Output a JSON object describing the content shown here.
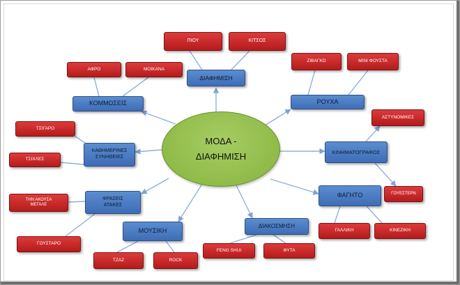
{
  "diagram": {
    "center": {
      "line1": "ΜΟΔΑ -",
      "line2": "ΔΙΑΦΗΜΙΣΗ"
    },
    "categories": {
      "diafimisi": "ΔΙΑΦΗΜΙΣΗ",
      "kommoseis": "ΚΟΜΜΩΣΕΙΣ",
      "rouxa": "ΡΟΥΧΑ",
      "kathimerines_line1": "ΚΑΘΗΜΕΡΙΝΕΣ",
      "kathimerines_line2": "ΣΥΝΗΘΕΙΕΣ",
      "kinimatografos": "ΚΙΝΗΜΑΤΟΓΡΑΦΟΣ",
      "fraseis_line1": "ΦΡΑΣΕΙΣ",
      "fraseis_line2": "ΑΤΑΚΕΣ",
      "fagito": "ΦΑΓΗΤΟ",
      "mousiki": "ΜΟΥΣΙΚΗ",
      "diakosmisi": "ΔΙΑΚΟΣΜΗΣΗ"
    },
    "items": {
      "piou": "ΠΙΟΥ",
      "kitsos": "ΚΙΤΣΟΣ",
      "afro": "ΑΦΡΟ",
      "moikana": "ΜΟΙΚΑΝΑ",
      "zivagko": "ΖΙΒΑΓΚΟ",
      "mini": "ΜΙΝΙ ΦΟΥΣΤΑ",
      "tsigaro": "ΤΣΙΓΑΡΟ",
      "tsixles": "ΤΣΙΧΛΕΣ",
      "astynomikes": "ΑΣΤΥΝΟΜΙΚΕΣ",
      "gouestern": "ΓΟΥΕΣΤΕΡΝ",
      "akousa_line1": "ΤΗΝ ΑΚΟΥΣΑ",
      "akousa_line2": "ΜΕΓΑΛΕ",
      "goustaro": "ΓΟΥΣΤΑΡΟ",
      "gagliki": "ΓΑΛΛΙΚΗ",
      "kineziki": "ΚΙΝΕΖΙΚΗ",
      "tzaz": "ΤΖΑΖ",
      "rock": "ROCK",
      "feng": "FENG SHUI",
      "fyta": "ΦΥΤΑ"
    },
    "colors": {
      "category": "#4a7bc4",
      "item": "#c92a2a",
      "center": "#95bf4d",
      "connector": "#8fb0d8"
    }
  }
}
